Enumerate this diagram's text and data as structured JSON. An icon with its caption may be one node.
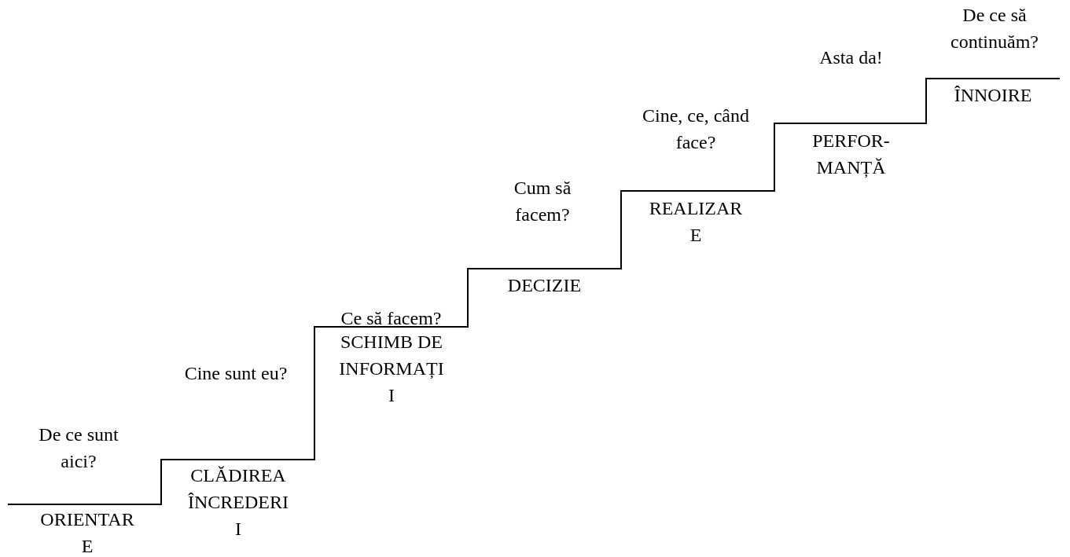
{
  "diagram": {
    "labels": [
      "De ce sunt aici?",
      "ORIENTARE",
      "Cine sunt eu?",
      "CLĂDIREA ÎNCREDERII",
      "Ce să facem?",
      "SCHIMB DE INFORMAȚII",
      "Cum să facem?",
      "DECIZIE",
      "Cine, ce, când face?",
      "REALIZARE",
      "Asta da!",
      "PERFOR-MANȚĂ",
      "De ce să continuăm?",
      "ÎNNOIRE"
    ]
  }
}
